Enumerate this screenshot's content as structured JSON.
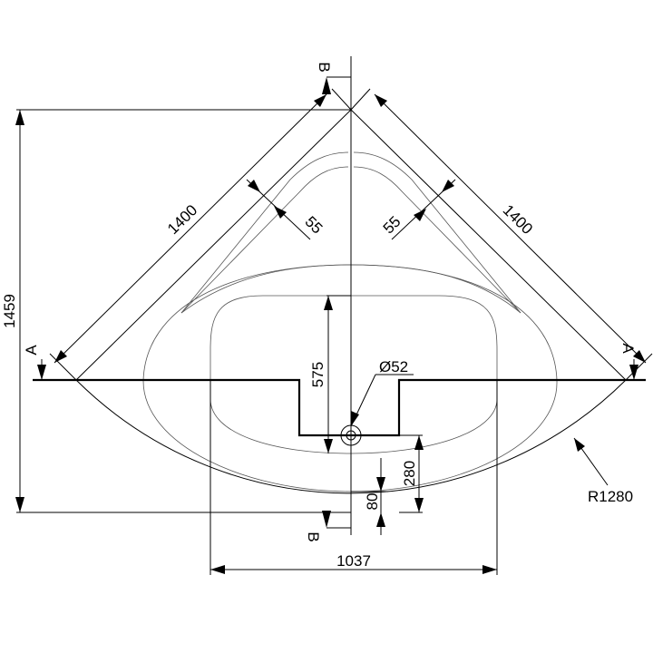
{
  "dimensions": {
    "side_left": "1400",
    "side_right": "1400",
    "rim_left": "55",
    "rim_right": "55",
    "height_total": "1459",
    "depth": "575",
    "drain": "Ø52",
    "gap_80": "80",
    "gap_280": "280",
    "width_inner": "1037",
    "radius": "R1280"
  },
  "section_marks": {
    "a_left": "A",
    "a_right": "A",
    "b_top": "B",
    "b_bottom": "B"
  }
}
